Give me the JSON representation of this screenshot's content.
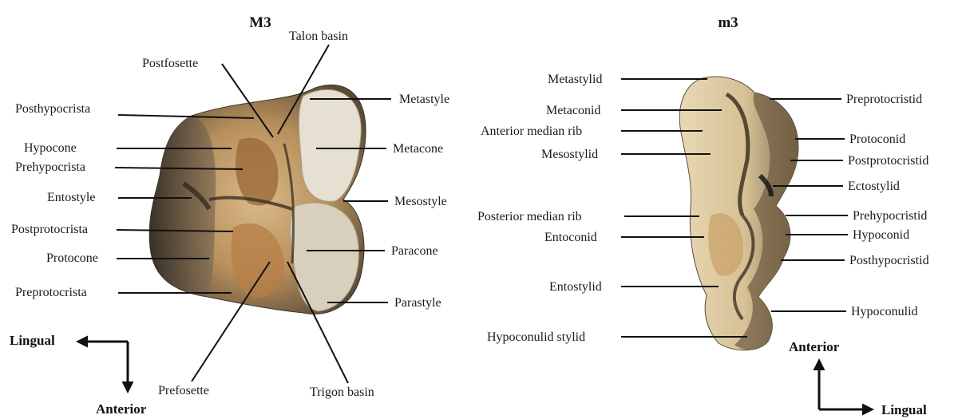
{
  "titles": {
    "upper": "M3",
    "lower": "m3"
  },
  "upper_labels": {
    "talon_basin": "Talon basin",
    "postfosette": "Postfosette",
    "posthypocrista": "Posthypocrista",
    "hypocone": "Hypocone",
    "prehypocrista": "Prehypocrista",
    "entostyle": "Entostyle",
    "postprotocrista": "Postprotocrista",
    "protocone": "Protocone",
    "preprotocrista": "Preprotocrista",
    "metastyle": "Metastyle",
    "metacone": "Metacone",
    "mesostyle": "Mesostyle",
    "paracone": "Paracone",
    "parastyle": "Parastyle",
    "prefosette": "Prefosette",
    "trigon_basin": "Trigon basin"
  },
  "lower_labels": {
    "metastylid": "Metastylid",
    "metaconid": "Metaconid",
    "anterior_median_rib": "Anterior median rib",
    "mesostylid": "Mesostylid",
    "posterior_median_rib": "Posterior median rib",
    "entoconid": "Entoconid",
    "entostylid": "Entostylid",
    "hypoconulid_stylid": "Hypoconulid stylid",
    "preprotocristid": "Preprotocristid",
    "protoconid": "Protoconid",
    "postprotocristid": "Postprotocristid",
    "ectostylid": "Ectostylid",
    "prehypocristid": "Prehypocristid",
    "hypoconid": "Hypoconid",
    "posthypocristid": "Posthypocristid",
    "hypoconulid": "Hypoconulid"
  },
  "orientation": {
    "upper": {
      "horizontal": "Lingual",
      "vertical": "Anterior"
    },
    "lower": {
      "vertical": "Anterior",
      "horizontal": "Lingual"
    }
  }
}
